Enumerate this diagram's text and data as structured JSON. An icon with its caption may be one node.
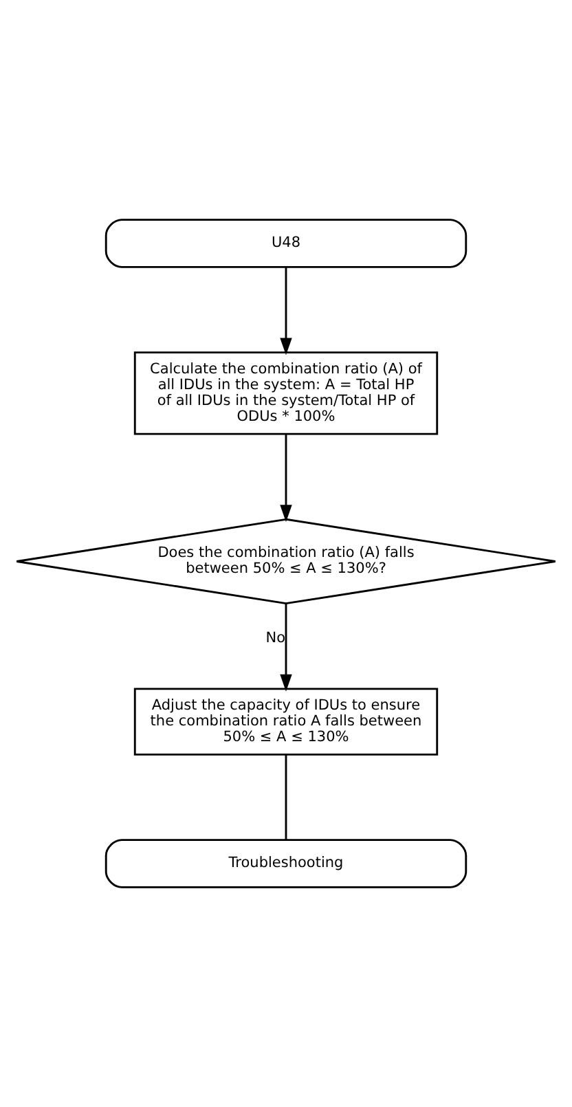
{
  "diagram": {
    "nodes": [
      {
        "text": [
          "U48"
        ]
      },
      {
        "text": [
          "Calculate the combination ratio (A) of all IDUs in the system: A = Total HP of all IDUs in the system/Total HP of ODUs * 100%"
        ]
      },
      {
        "text": [
          "Does the combination ratio (A) falls between 50% ≤ A ≤ 130%?"
        ]
      },
      {
        "text": [
          "Adjust the capacity of IDUs to ensure the combination ratio A falls between 50% ≤ A ≤ 130%"
        ]
      },
      {
        "text": [
          "Troubleshooting"
        ]
      }
    ],
    "edges": [
      {
        "from": 0,
        "to": 1,
        "arrow": "to"
      },
      {
        "from": 1,
        "to": 2,
        "arrow": "to"
      },
      {
        "from": 2,
        "to": 3,
        "arrow": "to",
        "label": "No"
      },
      {
        "from": 3,
        "to": 4,
        "arrow": "none"
      }
    ]
  }
}
